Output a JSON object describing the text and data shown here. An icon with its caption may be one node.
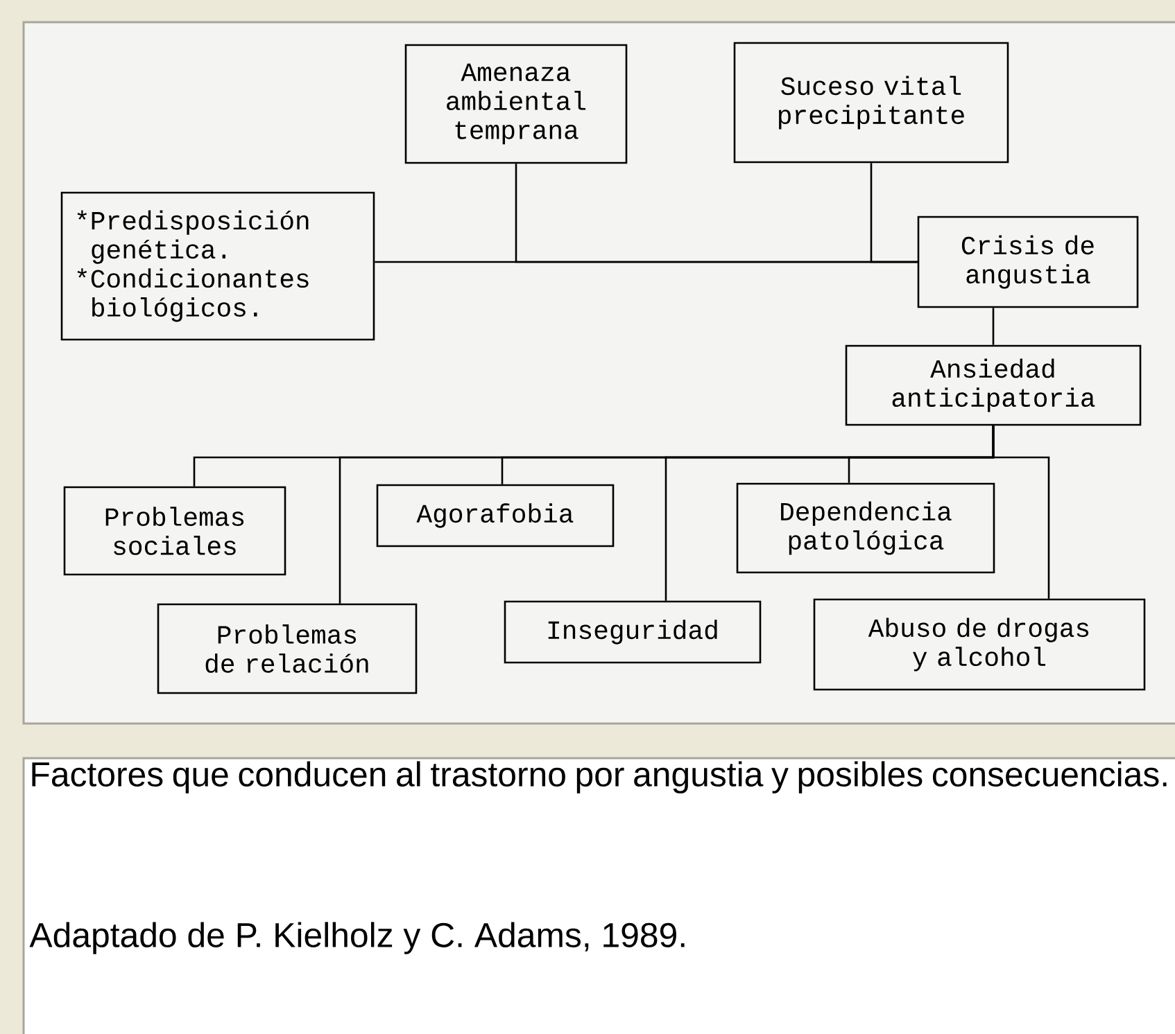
{
  "diagram": {
    "caption": "Factores que conducen al trastorno por angustia y posibles consecuencias.",
    "nodes": [
      {
        "text": [
          "Amenaza ambiental temprana"
        ]
      },
      {
        "text": [
          "Suceso vital precipitante"
        ]
      },
      {
        "text": [
          "*Predisposición genética.",
          "*Condicionantes biológicos."
        ]
      },
      {
        "text": [
          "Crisis de angustia"
        ]
      },
      {
        "text": [
          "Ansiedad anticipatoria"
        ]
      },
      {
        "text": [
          "Problemas sociales"
        ]
      },
      {
        "text": [
          "Agorafobia"
        ]
      },
      {
        "text": [
          "Dependencia patológica"
        ]
      },
      {
        "text": [
          "Problemas de relación"
        ]
      },
      {
        "text": [
          "Inseguridad"
        ]
      },
      {
        "text": [
          "Abuso de drogas y alcohol"
        ]
      }
    ],
    "edges": [
      {
        "from": 0,
        "to": 3,
        "arrow": "none"
      },
      {
        "from": 1,
        "to": 3,
        "arrow": "none"
      },
      {
        "from": 2,
        "to": 3,
        "arrow": "none"
      },
      {
        "from": 3,
        "to": 4,
        "arrow": "none"
      },
      {
        "from": 4,
        "to": 5,
        "arrow": "none"
      },
      {
        "from": 4,
        "to": 8,
        "arrow": "none"
      },
      {
        "from": 4,
        "to": 6,
        "arrow": "none"
      },
      {
        "from": 4,
        "to": 9,
        "arrow": "none"
      },
      {
        "from": 4,
        "to": 7,
        "arrow": "none"
      },
      {
        "from": 4,
        "to": 10,
        "arrow": "none"
      }
    ],
    "labels": [
      "Adaptado de P. Kielholz y C. Adams, 1989."
    ]
  }
}
